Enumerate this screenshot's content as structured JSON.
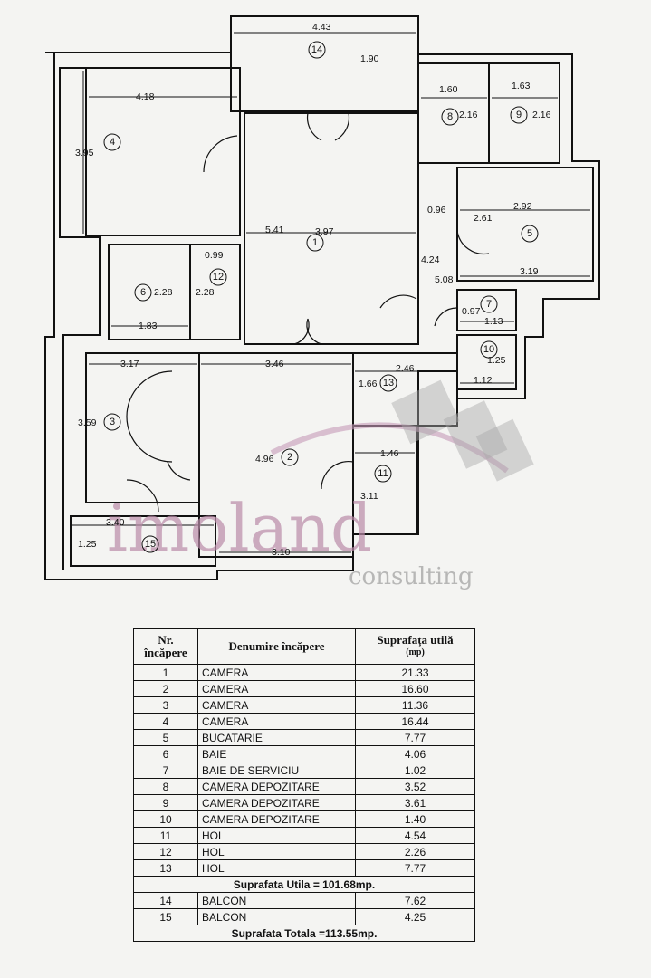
{
  "watermark": {
    "brand": "imoland",
    "tagline": "consulting"
  },
  "plan": {
    "room_numbers": [
      "1",
      "2",
      "3",
      "4",
      "5",
      "6",
      "7",
      "8",
      "9",
      "10",
      "11",
      "12",
      "13",
      "14",
      "15"
    ],
    "dimensions": [
      "4.43",
      "1.90",
      "4.18",
      "3.95",
      "1.60",
      "2.16",
      "1.63",
      "2.16",
      "0.96",
      "2.92",
      "2.61",
      "5.41",
      "3.97",
      "0.99",
      "4.24",
      "5.08",
      "3.19",
      "2.28",
      "2.28",
      "1.83",
      "0.97",
      "1.13",
      "1.25",
      "1.12",
      "3.17",
      "3.46",
      "2.46",
      "1.66",
      "3.59",
      "4.96",
      "1.46",
      "3.11",
      "3.40",
      "1.25",
      "3.10"
    ]
  },
  "table": {
    "header": {
      "nr_line1": "Nr.",
      "nr_line2": "încăpere",
      "name": "Denumire încăpere",
      "area": "Suprafața utilă",
      "unit": "(mp)"
    },
    "rows": [
      {
        "nr": "1",
        "name": "CAMERA",
        "area": "21.33"
      },
      {
        "nr": "2",
        "name": "CAMERA",
        "area": "16.60"
      },
      {
        "nr": "3",
        "name": "CAMERA",
        "area": "11.36"
      },
      {
        "nr": "4",
        "name": "CAMERA",
        "area": "16.44"
      },
      {
        "nr": "5",
        "name": "BUCATARIE",
        "area": "7.77"
      },
      {
        "nr": "6",
        "name": "BAIE",
        "area": "4.06"
      },
      {
        "nr": "7",
        "name": "BAIE DE SERVICIU",
        "area": "1.02"
      },
      {
        "nr": "8",
        "name": "CAMERA DEPOZITARE",
        "area": "3.52"
      },
      {
        "nr": "9",
        "name": "CAMERA DEPOZITARE",
        "area": "3.61"
      },
      {
        "nr": "10",
        "name": "CAMERA DEPOZITARE",
        "area": "1.40"
      },
      {
        "nr": "11",
        "name": "HOL",
        "area": "4.54"
      },
      {
        "nr": "12",
        "name": "HOL",
        "area": "2.26"
      },
      {
        "nr": "13",
        "name": "HOL",
        "area": "7.77"
      }
    ],
    "subtotal": "Suprafata Utila = 101.68mp.",
    "balcony_rows": [
      {
        "nr": "14",
        "name": "BALCON",
        "area": "7.62"
      },
      {
        "nr": "15",
        "name": "BALCON",
        "area": "4.25"
      }
    ],
    "total": "Suprafata Totala =113.55mp."
  }
}
